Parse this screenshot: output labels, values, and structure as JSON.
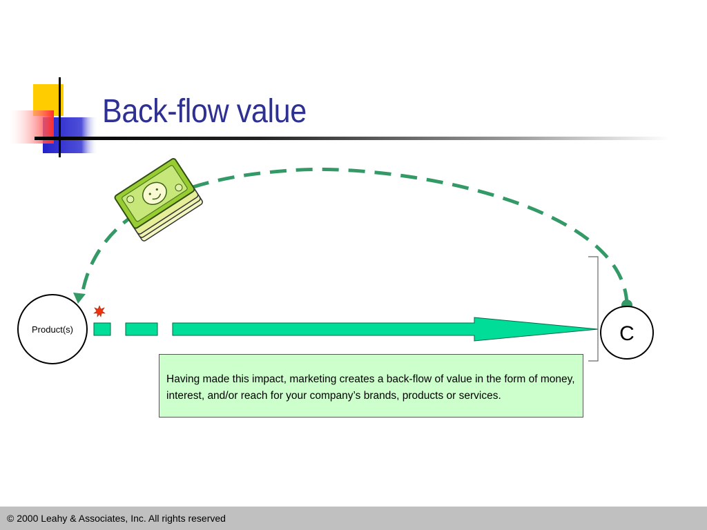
{
  "slide": {
    "title": "Back-flow value",
    "footer": "© 2000 Leahy & Associates, Inc. All rights reserved"
  },
  "diagram": {
    "source_node": "Product(s)",
    "target_node": "C",
    "callout": "Having made this impact, marketing creates a back-flow of value in the form of money, interest, and/or reach for your company’s brands, products or services."
  },
  "colors": {
    "title": "#2e3192",
    "arrow_fill": "#00dd99",
    "dash_curve": "#339966",
    "callout_fill": "#ccffcc",
    "footer_bar": "#c0c0c0",
    "money_green": "#99cc33",
    "logo_yellow": "#ffcc00",
    "logo_red": "#ff3333",
    "logo_blue": "#3333cc"
  },
  "icons": [
    "money-stack-icon",
    "impact-spark-icon",
    "slide-logo-icon"
  ]
}
